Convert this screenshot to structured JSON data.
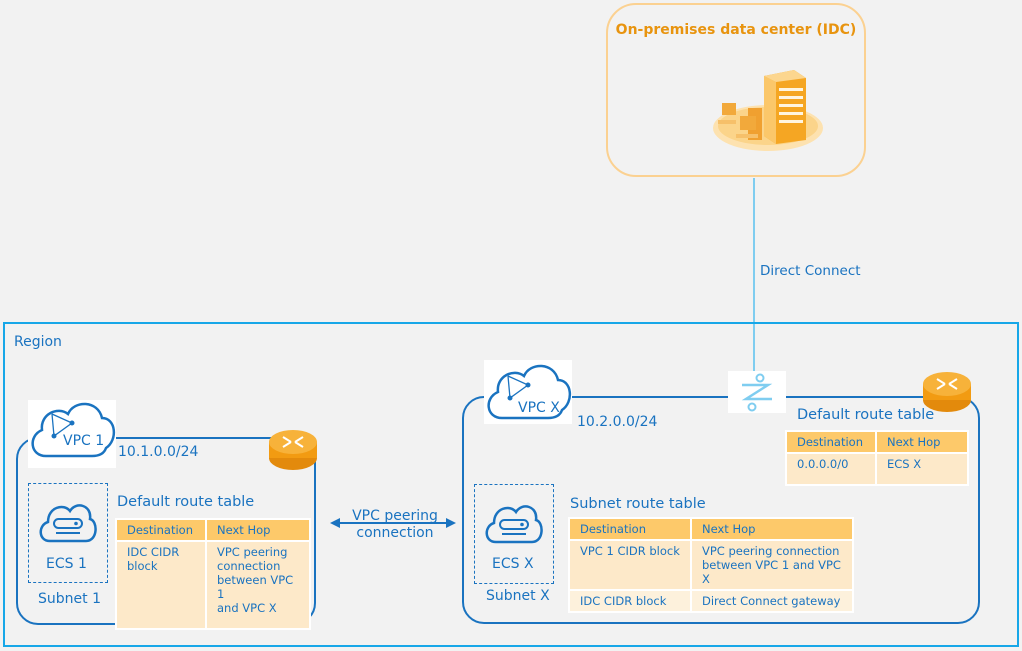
{
  "idc": {
    "title": "On-premises data center (IDC)",
    "icon": "data-center-building-icon"
  },
  "direct_connect": {
    "label": "Direct Connect",
    "gateway_icon": "direct-connect-gateway-icon"
  },
  "region": {
    "label": "Region"
  },
  "peering": {
    "label_line1": "VPC peering",
    "label_line2": "connection"
  },
  "vpc1": {
    "name": "VPC 1",
    "cidr": "10.1.0.0/24",
    "subnet": {
      "name": "Subnet 1",
      "ecs": "ECS 1"
    },
    "route_table": {
      "title": "Default route table",
      "headers": [
        "Destination",
        "Next Hop"
      ],
      "rows": [
        {
          "destination": "IDC CIDR block",
          "next_hop_lines": [
            "VPC peering",
            "connection",
            "between VPC 1",
            "and VPC X"
          ]
        }
      ]
    }
  },
  "vpcx": {
    "name": "VPC X",
    "cidr": "10.2.0.0/24",
    "subnet": {
      "name": "Subnet X",
      "ecs": "ECS X"
    },
    "default_route_table": {
      "title": "Default route table",
      "headers": [
        "Destination",
        "Next Hop"
      ],
      "rows": [
        {
          "destination": "0.0.0.0/0",
          "next_hop": "ECS X"
        }
      ]
    },
    "subnet_route_table": {
      "title": "Subnet route table",
      "headers": [
        "Destination",
        "Next Hop"
      ],
      "rows": [
        {
          "destination": "VPC 1 CIDR block",
          "next_hop_lines": [
            "VPC peering connection",
            "between VPC 1 and VPC X"
          ]
        },
        {
          "destination": "IDC CIDR block",
          "next_hop": "Direct Connect gateway"
        }
      ]
    }
  },
  "colors": {
    "primary_blue": "#1a73c0",
    "region_border": "#17a7e8",
    "orange": "#e8940f",
    "table_header": "#fdc96a",
    "table_cell": "#fde9c9",
    "idc_border": "#fbd191",
    "dc_line": "#7fcdf0"
  }
}
